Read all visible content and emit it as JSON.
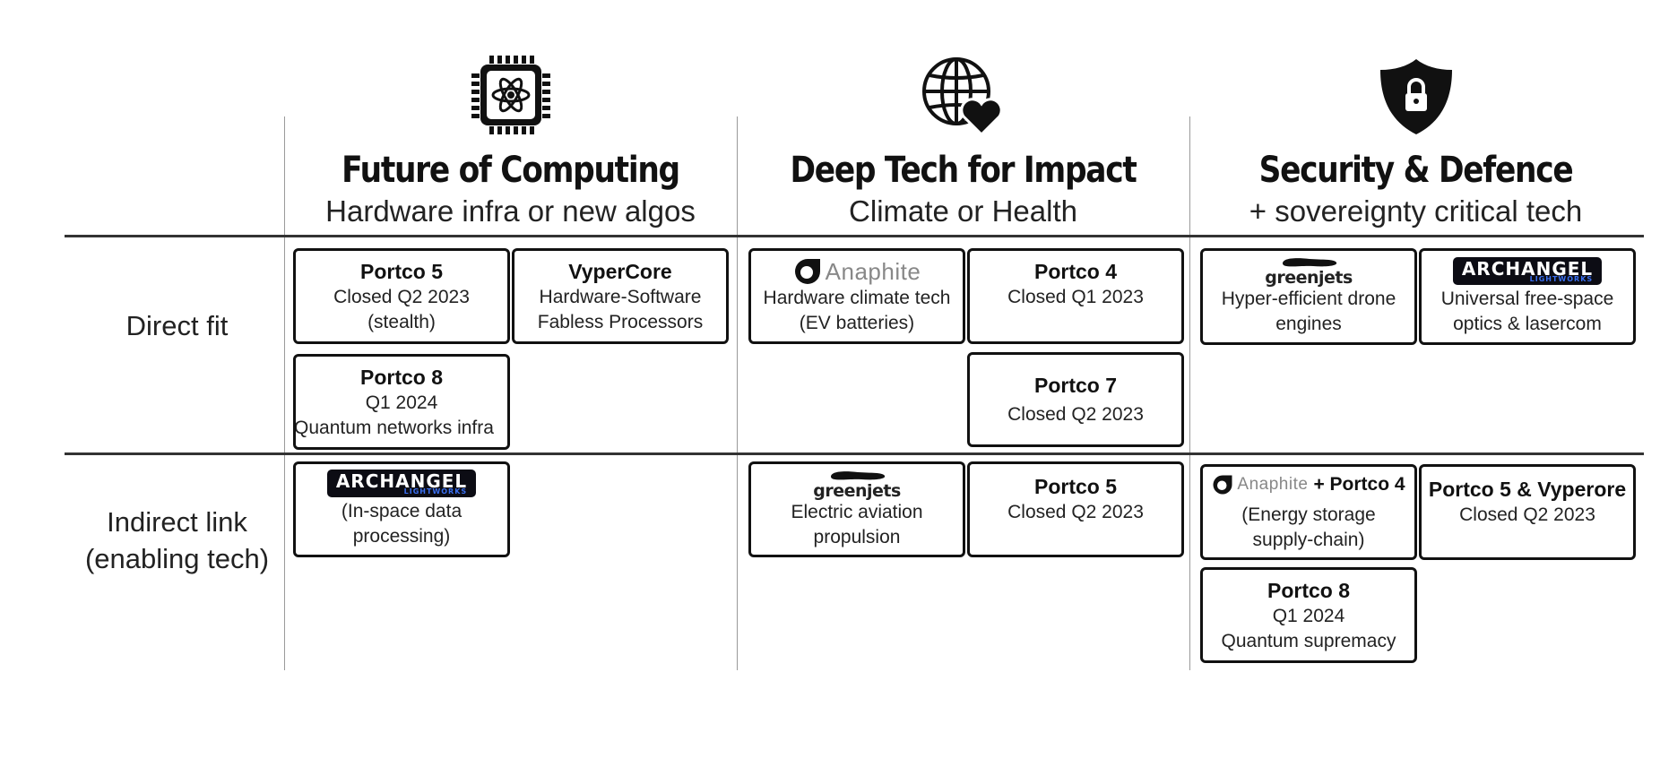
{
  "columns": [
    {
      "title": "Future of Computing",
      "subtitle": "Hardware infra or new algos",
      "icon": "processor-chip-icon"
    },
    {
      "title": "Deep Tech for Impact",
      "subtitle": "Climate or Health",
      "icon": "globe-heart-icon"
    },
    {
      "title": "Security & Defence",
      "subtitle": "+ sovereignty critical tech",
      "icon": "shield-lock-icon"
    }
  ],
  "rows": [
    {
      "label_1": "Direct fit",
      "label_2": ""
    },
    {
      "label_1": "Indirect link",
      "label_2": "(enabling tech)"
    }
  ],
  "cards": {
    "c1": {
      "title": "Portco 5",
      "line1": "Closed Q2 2023",
      "line2": "(stealth)"
    },
    "c2": {
      "title": "VyperCore",
      "line1": "Hardware-Software",
      "line2": "Fabless Processors"
    },
    "c3": {
      "title": "Portco 8",
      "line1": "Q1 2024",
      "line2": "Quantum networks infra"
    },
    "c4": {
      "logo": "Anaphite",
      "line1": "Hardware climate tech",
      "line2": "(EV batteries)"
    },
    "c5": {
      "title": "Portco 4",
      "line1": "Closed Q1 2023"
    },
    "c6": {
      "title": "Portco 7",
      "line1": "Closed Q2 2023"
    },
    "c7": {
      "logo": "greenjets",
      "line1": "Hyper-efficient drone",
      "line2": "engines"
    },
    "c8": {
      "logo": "ARCHANGEL",
      "logo_sub": "LIGHTWORKS",
      "line1": "Universal free-space",
      "line2": "optics & lasercom"
    },
    "c9": {
      "logo": "ARCHANGEL",
      "logo_sub": "LIGHTWORKS",
      "line1": "(In-space data",
      "line2": "processing)"
    },
    "c10": {
      "logo": "greenjets",
      "line1": "Electric aviation",
      "line2": "propulsion"
    },
    "c11": {
      "title": "Portco 5",
      "line1": "Closed Q2 2023"
    },
    "c12": {
      "logo": "Anaphite",
      "title": "+ Portco 4",
      "line1": "(Energy storage",
      "line2": "supply-chain)"
    },
    "c13": {
      "title": "Portco 5 & Vyperore",
      "line1": "Closed Q2 2023"
    },
    "c14": {
      "title": "Portco 8",
      "line1": "Q1 2024",
      "line2": "Quantum supremacy"
    }
  }
}
